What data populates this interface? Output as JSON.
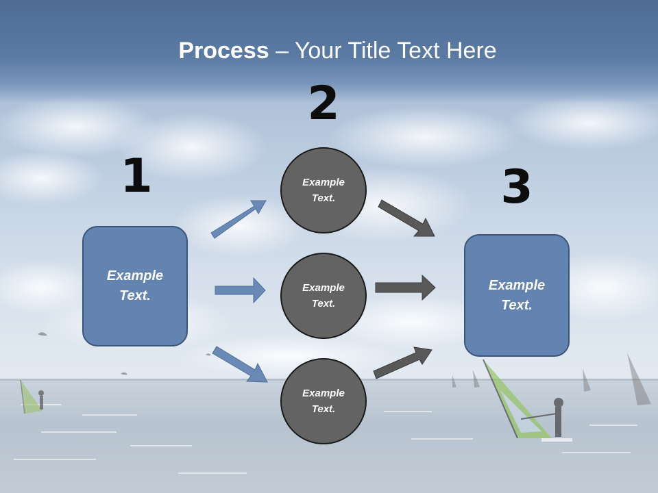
{
  "slide": {
    "title_bold": "Process",
    "title_rest": " – Your Title Text Here"
  },
  "steps": {
    "step1_number": "1",
    "step2_number": "2",
    "step3_number": "3"
  },
  "nodes": {
    "left_box_text": "Example Text.",
    "circle_top_text": "Example Text.",
    "circle_middle_text": "Example Text.",
    "circle_bottom_text": "Example Text.",
    "right_box_text": "Example Text."
  },
  "colors": {
    "title_band": "#4e6c94",
    "box_fill": "#6383b0",
    "circle_fill": "#636363",
    "blue_arrow": "#6a8ab5",
    "gray_arrow": "#595959",
    "number_text": "#0d0d0d"
  },
  "background": {
    "description_icon": "sky-and-sea-windsurfing-photo"
  }
}
